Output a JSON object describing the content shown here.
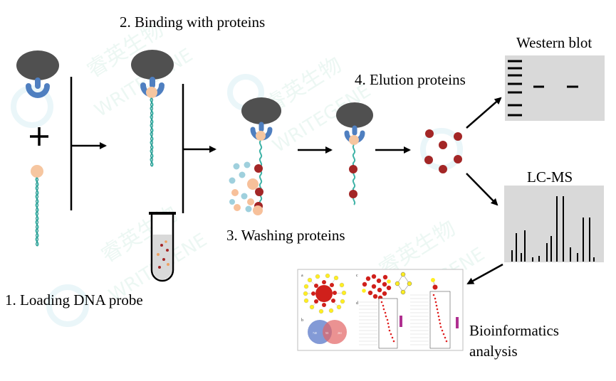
{
  "steps": {
    "loading": "1. Loading DNA probe",
    "binding": "2. Binding with proteins",
    "washing": "3. Washing proteins",
    "elution": "4. Elution proteins"
  },
  "outputs": {
    "western_blot": "Western blot",
    "lcms": "LC-MS",
    "bioinformatics_line1": "Bioinformatics",
    "bioinformatics_line2": "analysis"
  },
  "venn": {
    "left_value": "740",
    "center_value": "53",
    "right_value": "261"
  },
  "panel_letters": [
    "a",
    "b",
    "c",
    "d"
  ],
  "watermark": {
    "chinese": "睿英生物",
    "latin": "WRITEGENE"
  },
  "colors": {
    "bead": "#505050",
    "linker": "#4f7fc0",
    "dna": "#3fb3a7",
    "probe_head": "#f6c6a0",
    "target_protein": "#a32626",
    "nonspecific_blue": "#9fd0dd",
    "nonspecific_orange": "#f7c09a",
    "panel_gray": "#d9d9d9",
    "network_red": "#d0201b",
    "network_yellow": "#ffee22",
    "venn_blue": "#5a78c8",
    "venn_red": "#e36464"
  }
}
